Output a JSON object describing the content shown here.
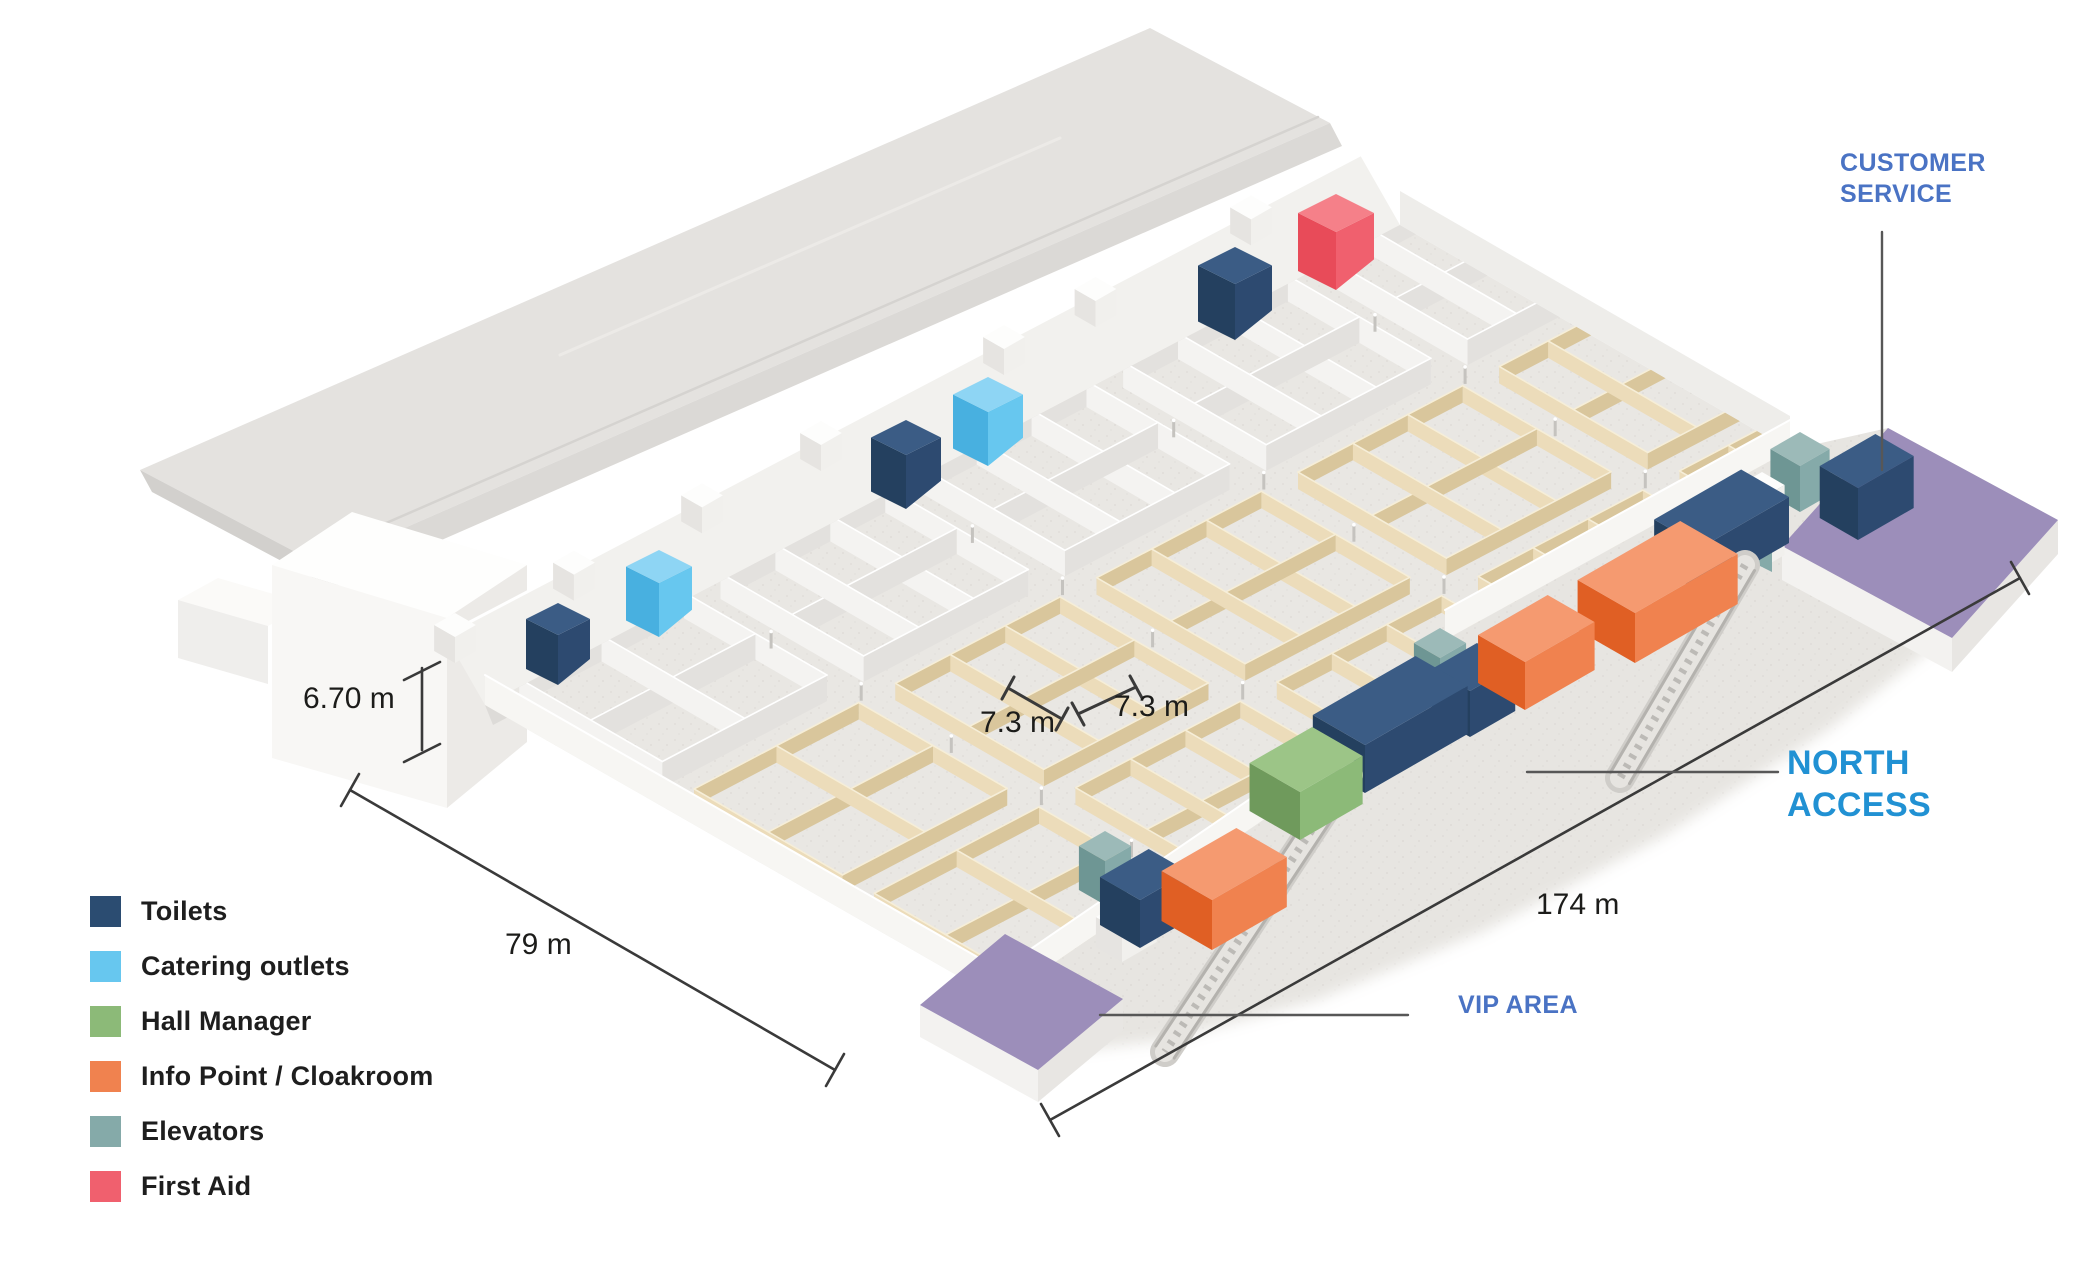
{
  "annotations": {
    "customer_service": {
      "line1": "CUSTOMER",
      "line2": "SERVICE"
    },
    "north_access": {
      "line1": "NORTH",
      "line2": "ACCESS"
    },
    "vip_area": "VIP AREA"
  },
  "dimensions": {
    "hall_height": "6.70 m",
    "hall_width": "79 m",
    "hall_length": "174 m",
    "booth_dim_a": "7.3 m",
    "booth_dim_b": "7.3 m"
  },
  "legend": {
    "items": [
      {
        "id": "toilets",
        "label": "Toilets",
        "color": "#2b4c71"
      },
      {
        "id": "catering",
        "label": "Catering outlets",
        "color": "#67c7ef"
      },
      {
        "id": "hall-manager",
        "label": "Hall Manager",
        "color": "#8cba78"
      },
      {
        "id": "info-point",
        "label": "Info Point / Cloakroom",
        "color": "#f0824f"
      },
      {
        "id": "elevators",
        "label": "Elevators",
        "color": "#85aaa9"
      },
      {
        "id": "first-aid",
        "label": "First Aid",
        "color": "#f0606e"
      }
    ]
  },
  "palette": {
    "label_blue": "#4a73c4",
    "access_blue": "#2191d3",
    "dim_text": "#1c1c1a",
    "leader": "#575757",
    "dim_line": "#3a3a3a",
    "roof": "#e4e2df",
    "roof_edge": "#dbd9d6",
    "roof_fold": "#d5d3d0",
    "band_white": "#f2f1ee",
    "field_floor": "#e9e7e3",
    "concourse": "#e7e5e1",
    "speck1": "#d9d6d2",
    "speck2": "#d3d0cc",
    "booth_top": "#f6eed8",
    "booth_lit": "#ecdcba",
    "booth_shade": "#d9c69c",
    "white_wall_lit": "#f4f3f1",
    "white_wall_shade": "#e3e1de",
    "perimeter_lit": "#f7f6f3",
    "perimeter_shade": "#eeedea",
    "pillar": "#c5c3bf",
    "purple": "#9c8eba",
    "skirt_lit": "#f3f2f0",
    "skirt_shade": "#e8e6e3",
    "esc_outer": "#cfcdc9",
    "esc_inner": "#e6e4e0",
    "esc_step": "#bcbab6",
    "navy": {
      "t": "#3b5c85",
      "l": "#24405f",
      "r": "#2d4a70"
    },
    "lblue": {
      "t": "#8ed5f4",
      "l": "#48b0e0",
      "r": "#67c7ef"
    },
    "green": {
      "t": "#9cc587",
      "l": "#6f9a5c",
      "r": "#8cba78"
    },
    "orange": {
      "t": "#f59a70",
      "l": "#e05f24",
      "r": "#f0824f"
    },
    "teal": {
      "t": "#9cbab8",
      "l": "#6e9694",
      "r": "#85aaa9"
    },
    "red": {
      "t": "#f58089",
      "l": "#e84b59",
      "r": "#f0606e"
    },
    "whitebox": {
      "t": "#fdfdfc",
      "l": "#e6e4e1",
      "r": "#f1f0ed"
    }
  }
}
